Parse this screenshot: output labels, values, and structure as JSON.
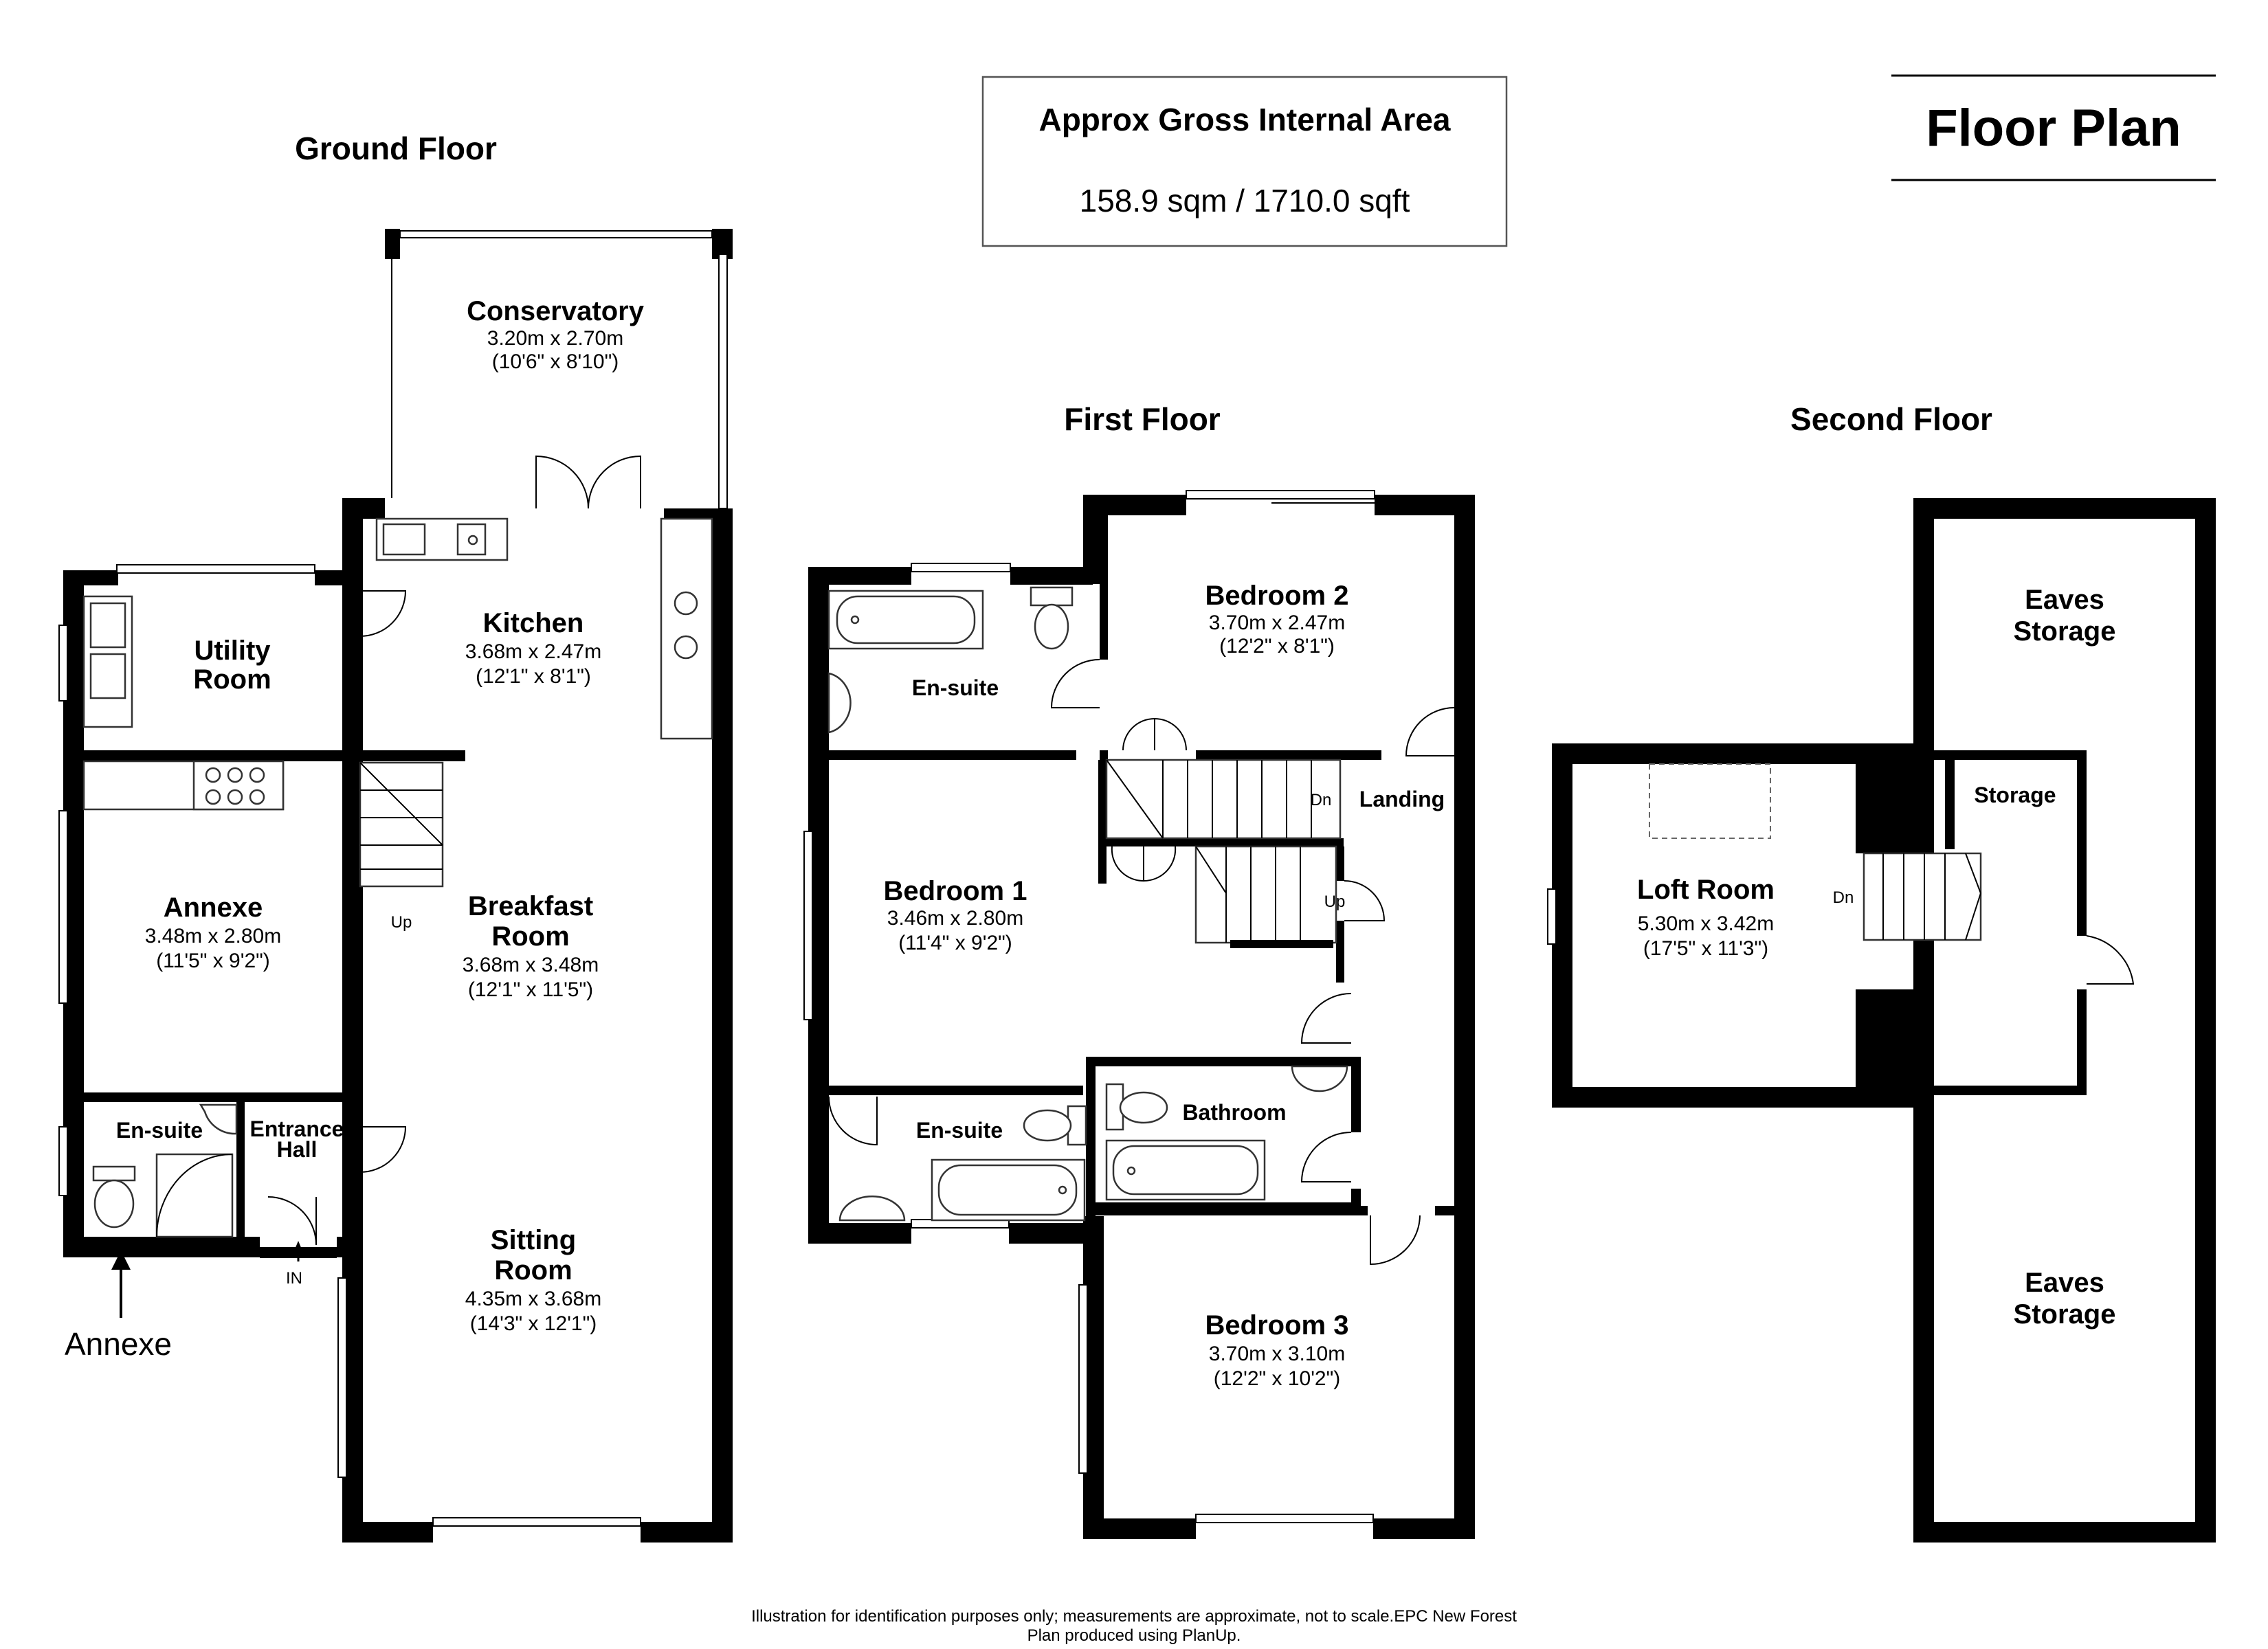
{
  "title": "Floor Plan",
  "area_box": {
    "heading": "Approx Gross Internal Area",
    "value": "158.9 sqm / 1710.0 sqft"
  },
  "floors": {
    "ground": "Ground Floor",
    "first": "First Floor",
    "second": "Second Floor"
  },
  "rooms": {
    "conservatory": {
      "name": "Conservatory",
      "dim_m": "3.20m x 2.70m",
      "dim_ft": "(10'6\" x 8'10\")"
    },
    "kitchen": {
      "name": "Kitchen",
      "dim_m": "3.68m x 2.47m",
      "dim_ft": "(12'1\" x 8'1\")"
    },
    "utility": {
      "line1": "Utility",
      "line2": "Room"
    },
    "breakfast": {
      "line1": "Breakfast",
      "line2": "Room",
      "dim_m": "3.68m x 3.48m",
      "dim_ft": "(12'1\" x 11'5\")"
    },
    "annexe": {
      "name": "Annexe",
      "dim_m": "3.48m x 2.80m",
      "dim_ft": "(11'5\" x 9'2\")"
    },
    "annexe_ensuite": {
      "name": "En-suite"
    },
    "entrance": {
      "line1": "Entrance",
      "line2": "Hall"
    },
    "sitting": {
      "line1": "Sitting",
      "line2": "Room",
      "dim_m": "4.35m x 3.68m",
      "dim_ft": "(14'3\" x 12'1\")"
    },
    "bedroom2": {
      "name": "Bedroom 2",
      "dim_m": "3.70m x 2.47m",
      "dim_ft": "(12'2\" x 8'1\")"
    },
    "ensuite_top": {
      "name": "En-suite"
    },
    "landing": {
      "name": "Landing"
    },
    "bedroom1": {
      "name": "Bedroom 1",
      "dim_m": "3.46m x 2.80m",
      "dim_ft": "(11'4\" x 9'2\")"
    },
    "ensuite_bottom": {
      "name": "En-suite"
    },
    "bathroom": {
      "name": "Bathroom"
    },
    "bedroom3": {
      "name": "Bedroom 3",
      "dim_m": "3.70m x 3.10m",
      "dim_ft": "(12'2\" x 10'2\")"
    },
    "eaves_top": {
      "line1": "Eaves",
      "line2": "Storage"
    },
    "storage": {
      "name": "Storage"
    },
    "loft": {
      "name": "Loft Room",
      "dim_m": "5.30m x 3.42m",
      "dim_ft": "(17'5\" x 11'3\")"
    },
    "eaves_bottom": {
      "line1": "Eaves",
      "line2": "Storage"
    }
  },
  "stair_labels": {
    "up_ground": "Up",
    "dn_first": "Dn",
    "up_first": "Up",
    "dn_second": "Dn"
  },
  "annotations": {
    "in_label": "IN",
    "annexe_entry": "Annexe"
  },
  "footer": {
    "line1": "Illustration for identification purposes only; measurements are approximate, not to scale.EPC New Forest",
    "line2": "Plan produced using PlanUp."
  }
}
